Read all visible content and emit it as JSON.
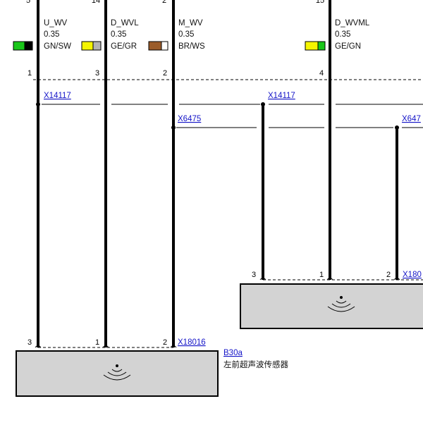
{
  "wires": [
    {
      "name": "U_WV",
      "size": "0.35",
      "color": "GN/SW",
      "top_pin": "5",
      "bottom_pin": "1",
      "swatch": [
        "#19c619",
        "#000000"
      ]
    },
    {
      "name": "D_WVL",
      "size": "0.35",
      "color": "GE/GR",
      "top_pin": "14",
      "bottom_pin": "3",
      "swatch": [
        "#f5f500",
        "#b4b4b4"
      ]
    },
    {
      "name": "M_WV",
      "size": "0.35",
      "color": "BR/WS",
      "top_pin": "2",
      "bottom_pin": "2",
      "swatch": [
        "#9b5c2a",
        "#ffffff"
      ]
    },
    {
      "name": "D_WVML",
      "size": "0.35",
      "color": "GE/GN",
      "top_pin": "15",
      "bottom_pin": "4",
      "swatch": [
        "#f5f500",
        "#19c619"
      ]
    }
  ],
  "splices": [
    {
      "id": "X14117"
    },
    {
      "id": "X6475"
    },
    {
      "id": "X14117"
    },
    {
      "id": "X647"
    }
  ],
  "left_sensor": {
    "id": "B30a",
    "description": "左前超声波传感器",
    "connector": "X18016",
    "pins": [
      "3",
      "1",
      "2"
    ],
    "icon": "ultrasonic-sensor-icon"
  },
  "right_sensor": {
    "connector": "X180",
    "pins": [
      "3",
      "1",
      "2"
    ],
    "icon": "ultrasonic-sensor-icon"
  }
}
